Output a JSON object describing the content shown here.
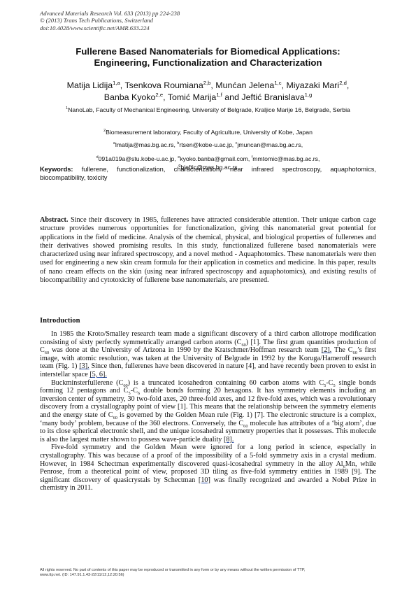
{
  "journal": {
    "line1": "Advanced Materials Research Vol. 633 (2013) pp 224-238",
    "line2": "© (2013) Trans Tech Publications, Switzerland",
    "line3": "doi:10.4028/www.scientific.net/AMR.633.224"
  },
  "title": {
    "line1": "Fullerene Based Nanomaterials for Biomedical Applications:",
    "line2": "Engineering, Functionalization and Characterization"
  },
  "authors": {
    "a1": "Matija Lidija",
    "a1_sup": "1,a",
    "a2": "Tsenkova Roumiana",
    "a2_sup": "2,b",
    "a3": "Munćan Jelena",
    "a3_sup": "1,c",
    "a4": "Miyazaki Mari",
    "a4_sup": "2,d",
    "a5": "Banba Kyoko",
    "a5_sup": "2,e",
    "a6": "Tomić Marija",
    "a6_sup": "1,f",
    "a7": "Jeftić Branislava",
    "a7_sup": "1,g"
  },
  "affiliations": {
    "aff1_sup": "1",
    "aff1": "NanoLab, Faculty of Mechanical Engineering, University of Belgrade, Kraljice Marije 16, Belgrade, Serbia",
    "aff2_sup": "2",
    "aff2": "Biomeasurement laboratory, Faculty of Agriculture, University of Kobe, Japan"
  },
  "emails": {
    "a_sup": "a",
    "a": "lmatija@mas.bg.ac.rs, ",
    "b_sup": "b",
    "b": "rtsen@kobe-u.ac.jp, ",
    "c_sup": "c",
    "c": "jmuncan@mas.bg.ac.rs,",
    "d_sup": "d",
    "d": "091a019a@stu.kobe-u.ac.jp, ",
    "e_sup": "e",
    "e": "kyoko.banba@gmail.com, ",
    "f_sup": "f",
    "f": "mmtomic@mas.bg.ac.rs,",
    "g_sup": "g",
    "g": "bjeftic@mas.bg.ac.rs"
  },
  "keywords": {
    "label": "Keywords:",
    "text": "fullerene, functionalization, characterization, near infrared spectroscopy, aquaphotomics, biocompatibility, toxicity"
  },
  "abstract": {
    "label": "Abstract.",
    "text": "Since their discovery in 1985, fullerenes have attracted considerable attention. Their unique carbon cage structure provides numerous opportunities for functionalization, giving this nanomaterial great potential for applications in the field of medicine. Analysis of the chemical, physical, and biological properties of fullerenes and their derivatives showed promising results. In this study, functionalized fullerene based nanomaterials were characterized using near infrared spectroscopy, and a novel method - Aquaphotomics. These nanomaterials were then used for engineering a new skin cream formula for their application in cosmetics and medicine. In this paper, results of nano cream effects on the skin (using near infrared spectroscopy and aquaphotomics), and existing results of biocompatibility and cytotoxicity of fullerene base nanomaterials, are presented."
  },
  "introduction": {
    "heading": "Introduction",
    "p1": {
      "t1": "In 1985 the Kroto/Smalley research team made a significant discovery of a third carbon allotrope modification consisting of sixty perfectly symmetrically arranged carbon atoms (C",
      "s1": "60",
      "t2": ") [1]. The first gram quantities production of C",
      "s2": "60",
      "t3": " was done at the University of Arizona in 1990 by the Kratschmer/Hoffman research team ",
      "r1": "[2].",
      "t4": " The C",
      "s3": "60",
      "t5": "’s first image, with atomic resolution, was taken at the University of Belgrade in 1992 by the Koruga/Hameroff research team (Fig. 1) ",
      "r2": "[3].",
      "t6": " Since then, fullerenes have been discovered in nature [4], and have recently been proven to exist in interstellar space ",
      "r3": "[5, 6]."
    },
    "p2": {
      "t1": "Buckminsterfullerene (C",
      "s1": "60",
      "t2": ") is a truncated icosahedron containing 60 carbon atoms with C",
      "s2": "5",
      "t3": "-C",
      "s3": "5",
      "t4": " single bonds forming 12 pentagons and C",
      "s4": "5",
      "t5": "-C",
      "s5": "6",
      "t6": " double bonds forming 20 hexagons. It has symmetry elements including an inversion center of symmetry, 30 two-fold axes, 20 three-fold axes, and 12 five-fold axes, which was a revolutionary discovery from a crystallography point of view [1]. This means that the relationship between the symmetry elements and the energy state of C",
      "s6": "60",
      "t7": " is governed by the Golden Mean rule (Fig. 1) [7]. The electronic structure is a complex, ‘many body’ problem, because of the 360 electrons. Conversely, the C",
      "s7": "60",
      "t8": " molecule has attributes of a ‘big atom’, due to its close spherical electronic shell, and the unique icosahedral symmetry properties that it possesses. This molecule is also the largest matter shown to possess wave-particle duality ",
      "r1": "[8]."
    },
    "p3": {
      "t1": "Five-fold symmetry and the Golden Mean were ignored for a long period in science, especially in crystallography. This was because of a proof of the impossibility of a 5-fold symmetry axis in a crystal medium. However, in 1984 Schectman experimentally discovered quasi-icosahedral symmetry in the alloy Al",
      "s1": "6",
      "t2": "Mn, while Penrose, from a theoretical point of view, proposed 3D tiling as five-fold symmetry entities in 1989 [9]. The significant discovery of quasicrystals by Schectman ",
      "r1": "[10]",
      "t3": " was finally recognized and awarded a Nobel Prize in chemistry in 2011."
    }
  },
  "footer": {
    "line1": "All rights reserved. No part of contents of this paper may be reproduced or transmitted in any form or by any means without the written permission of TTP,",
    "line2": "www.ttp.net. (ID: 147.91.1.43-22/11/12,12:20:56)"
  },
  "colors": {
    "link_underline": "#2a4ea8",
    "text": "#111111"
  }
}
